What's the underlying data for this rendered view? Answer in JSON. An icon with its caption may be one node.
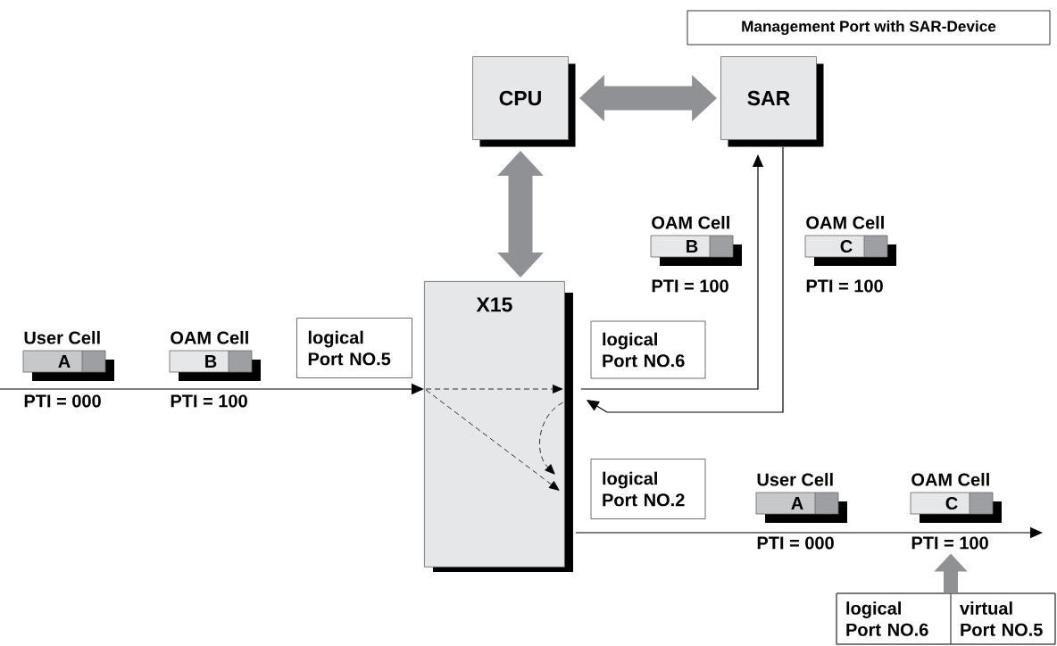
{
  "diagram": {
    "nodes": [
      {
        "text": [
          "Management Port with SAR-Device"
        ]
      },
      {
        "text": [
          "CPU"
        ]
      },
      {
        "text": [
          "SAR"
        ]
      },
      {
        "text": [
          "B"
        ],
        "beside": [
          "OAM Cell",
          "PTI = 100"
        ]
      },
      {
        "text": [
          "C"
        ],
        "beside": [
          "OAM Cell",
          "PTI = 100"
        ]
      },
      {
        "text": [
          "X15"
        ]
      },
      {
        "text": [
          "A"
        ],
        "beside": [
          "User Cell",
          "PTI = 000"
        ]
      },
      {
        "text": [
          "B"
        ],
        "beside": [
          "OAM Cell",
          "PTI = 100"
        ]
      },
      {
        "text": [
          "logical Port NO.5"
        ]
      },
      {
        "text": [
          "logical Port NO.6"
        ]
      },
      {
        "text": [
          "logical Port NO.2"
        ]
      },
      {
        "text": [
          "A"
        ],
        "beside": [
          "User Cell",
          "PTI = 000"
        ]
      },
      {
        "text": [
          "C"
        ],
        "beside": [
          "OAM Cell",
          "PTI = 100"
        ]
      },
      {
        "text": [],
        "shape": "box"
      },
      {
        "text": [
          "logical Port NO.6"
        ],
        "in": 13
      },
      {
        "text": [
          "virtual Port NO.5"
        ],
        "in": 13
      }
    ],
    "edges": [
      {
        "from": 1,
        "to": 2,
        "arrow": "both",
        "style": "thick",
        "color": "#8f9194"
      },
      {
        "from": 1,
        "to": 5,
        "arrow": "both",
        "style": "thick",
        "color": "#8f9194"
      },
      {
        "from": null,
        "to": 5,
        "arrow": "to"
      },
      {
        "from": 5,
        "to": 2,
        "arrow": "to"
      },
      {
        "from": 2,
        "to": 5,
        "arrow": "to"
      },
      {
        "from": 5,
        "to": null,
        "arrow": "to"
      },
      {
        "from": 13,
        "to": 12,
        "arrow": "to",
        "style": "thick",
        "color": "#8f9194"
      }
    ]
  }
}
